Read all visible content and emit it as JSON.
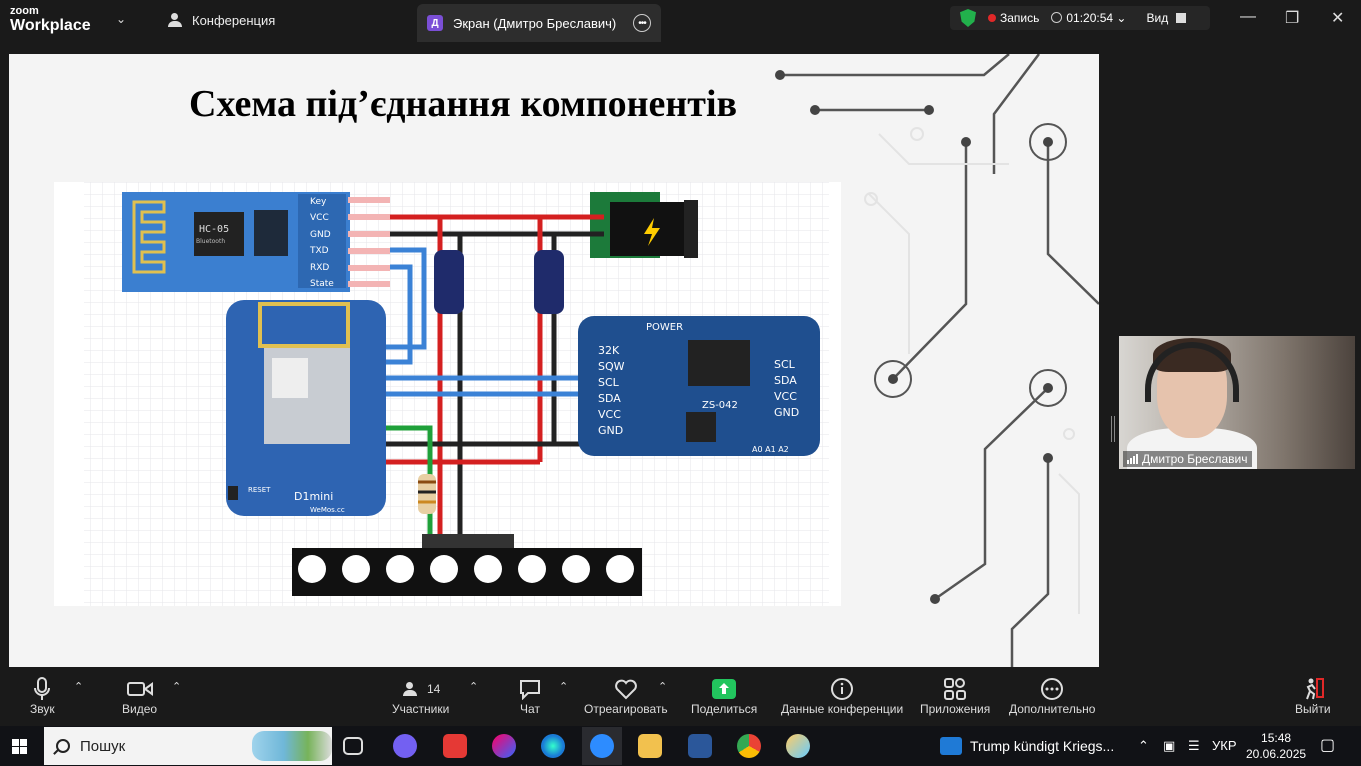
{
  "app": {
    "logo_line1": "zoom",
    "logo_line2": "Workplace"
  },
  "tabs": {
    "conference": "Конференция",
    "screen_initial": "Д",
    "screen_share": "Экран (Дмитро Бреславич)"
  },
  "meeting": {
    "recording_label": "Запись",
    "elapsed": "01:20:54",
    "view_label": "Вид"
  },
  "slide": {
    "title": "Схема під’єднання компонентів",
    "bt_module": {
      "label": "HC-05",
      "sublabel": "Bluetooth",
      "pins": [
        "Key",
        "VCC",
        "GND",
        "TXD",
        "RXD",
        "State"
      ]
    },
    "rtc_module": {
      "left_pins": [
        "32K",
        "SQW",
        "SCL",
        "SDA",
        "VCC",
        "GND"
      ],
      "right_pins": [
        "SCL",
        "SDA",
        "VCC",
        "GND"
      ],
      "power_label": "POWER",
      "chip_label": "ZS-042",
      "addr_label": "A0 A1 A2"
    },
    "mcu": {
      "board_label": "D1mini",
      "reset_label": "RESET",
      "brand": "WeMos.cc"
    }
  },
  "participant": {
    "name": "Дмитро Бреславич"
  },
  "toolbar": {
    "audio": "Звук",
    "video": "Видео",
    "participants": "Участники",
    "participants_count": "14",
    "chat": "Чат",
    "react": "Отреагировать",
    "share": "Поделиться",
    "info": "Данные конференции",
    "apps": "Приложения",
    "more": "Дополнительно",
    "leave": "Выйти"
  },
  "taskbar": {
    "search_placeholder": "Пошук",
    "news": "Trump kündigt Kriegs...",
    "language": "УКР",
    "time": "15:48",
    "date": "20.06.2025"
  },
  "colors": {
    "share_green": "#22c55e",
    "record_red": "#e02828",
    "shield_green": "#22b14c",
    "accent_purple": "#7b4fd6"
  }
}
